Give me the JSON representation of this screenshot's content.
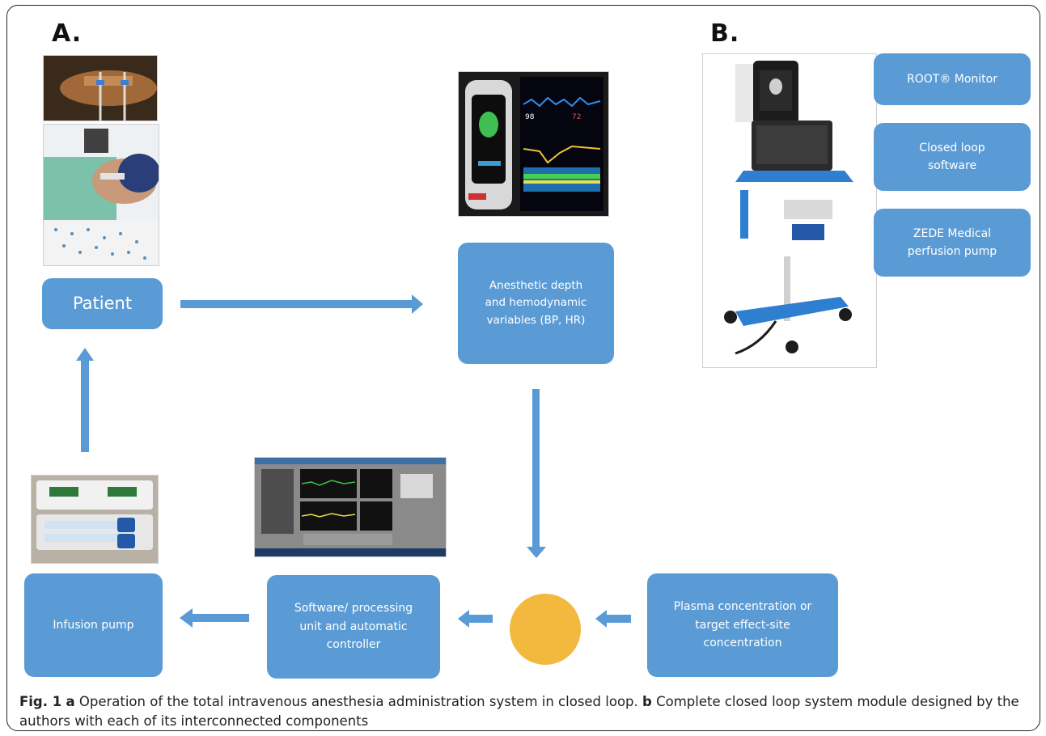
{
  "panel_a_label": "A.",
  "panel_b_label": "B.",
  "boxes": {
    "patient": "Patient",
    "anesthetic": "Anesthetic depth and hemodynamic variables (BP, HR)",
    "infusion": "Infusion pump",
    "software": "Software/ processing unit and automatic controller",
    "plasma": "Plasma concentration or target effect-site concentration",
    "root": "ROOT® Monitor",
    "closed_loop": "Closed loop software",
    "zede": "ZEDE Medical perfusion pump"
  },
  "caption": {
    "fig": "Fig. 1",
    "a": "a",
    "a_text": "Operation of the total intravenous anesthesia administration system in closed loop.",
    "b": "b",
    "b_text": "Complete closed loop system module designed by the authors with each of its interconnected components"
  },
  "colors": {
    "box": "#5b9bd5",
    "arrow": "#5b9bd5",
    "circle": "#f3b93f"
  }
}
